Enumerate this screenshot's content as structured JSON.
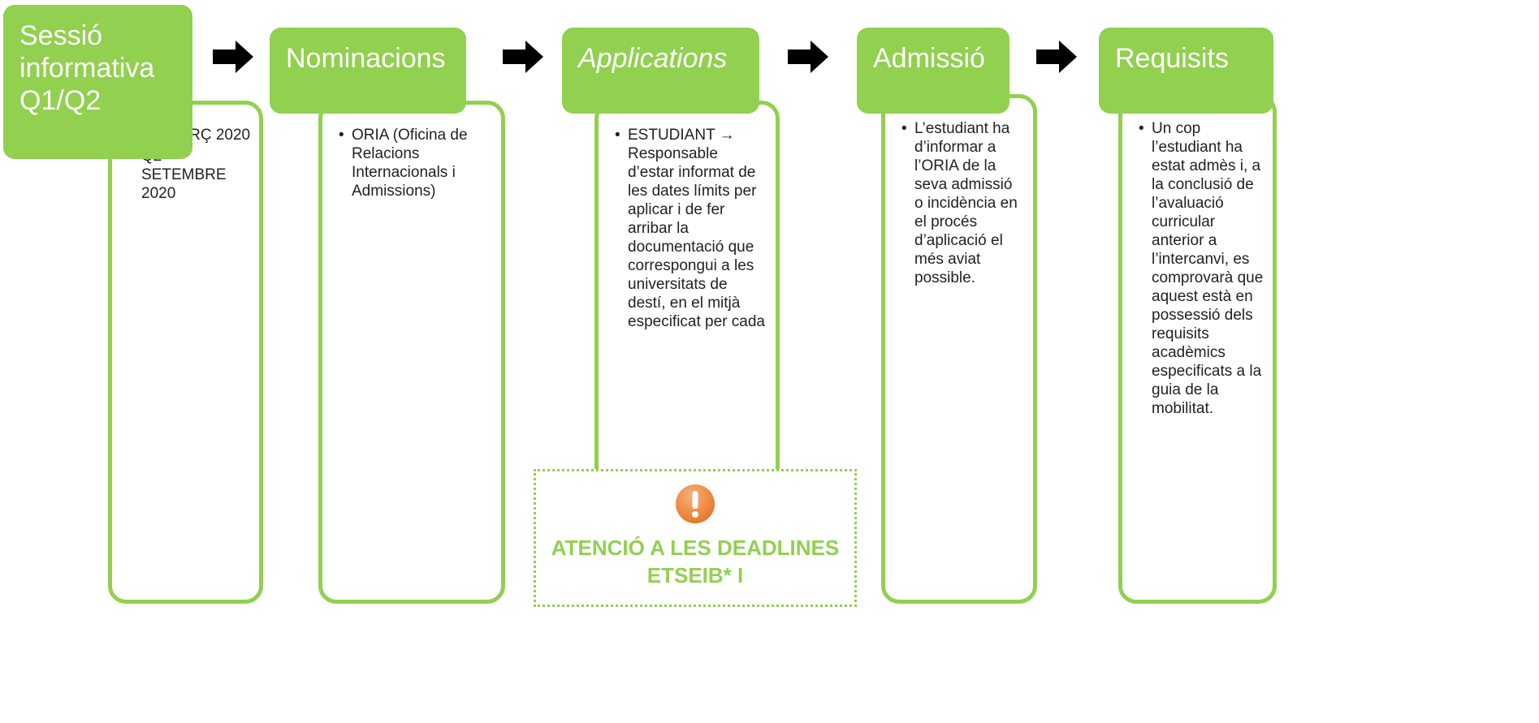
{
  "steps": [
    {
      "title": "Sessió informativa Q1/Q2",
      "items": [
        "Q1 MARÇ 2020",
        "Q2 SETEMBRE 2020"
      ]
    },
    {
      "title": "Nominacions",
      "items": [
        "ORIA (Oficina de Relacions Internacionals i Admissions)"
      ]
    },
    {
      "title": "Applications",
      "items": [
        "ESTUDIANT → Responsable d’estar informat de les dates límits per aplicar i de fer arribar la documentació que correspongui a les universitats de destí, en el mitjà especificat per cada"
      ]
    },
    {
      "title": "Admissió",
      "items": [
        "L’estudiant ha d’informar a l’ORIA de la seva admissió o incidència en el procés d’aplicació el més aviat possible."
      ]
    },
    {
      "title": "Requisits",
      "items": [
        "Un cop l’estudiant ha estat admès i, a la conclusió de l’avaluació curricular anterior a l’intercanvi, es comprovarà que aquest està en possessió dels requisits acadèmics especificats a la guia de la mobilitat."
      ]
    }
  ],
  "warning": {
    "icon": "exclamation-icon",
    "text": "ATENCIÓ A LES DEADLINES ETSEIB* I"
  },
  "colors": {
    "accent": "#92d050",
    "warning": "#e8782a"
  }
}
